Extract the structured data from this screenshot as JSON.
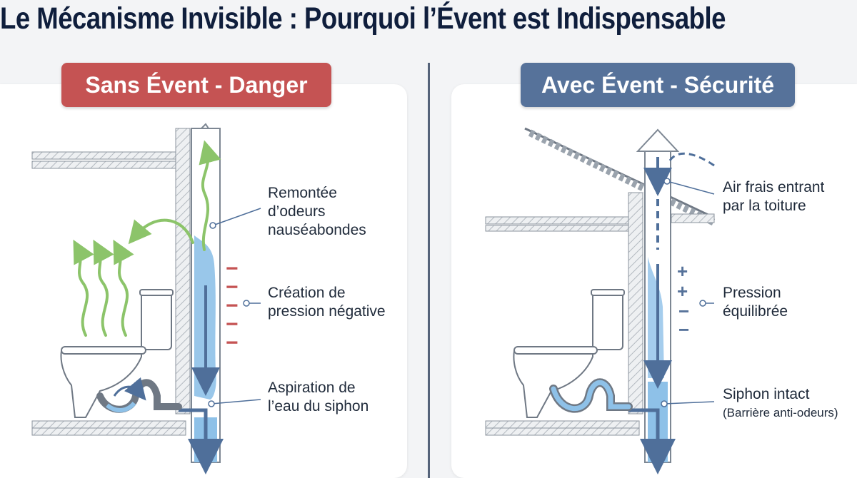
{
  "title": "Le Mécanisme Invisible : Pourquoi l’Évent est Indispensable",
  "left": {
    "badge": "Sans Évent - Danger",
    "badge_color": "#c55353",
    "labels": {
      "odors": [
        "Remontée",
        "d’odeurs",
        "nauséabondes"
      ],
      "pressure": [
        "Création de",
        "pression négative"
      ],
      "suction": [
        "Aspiration de",
        "l’eau du siphon"
      ]
    },
    "pressure_signs": [
      "−",
      "−",
      "−",
      "−",
      "−"
    ]
  },
  "right": {
    "badge": "Avec Évent - Sécurité",
    "badge_color": "#56729a",
    "labels": {
      "air": [
        "Air frais entrant",
        "par la toiture"
      ],
      "pressure": [
        "Pression",
        "équilibrée"
      ],
      "siphon": [
        "Siphon intact",
        "(Barrière anti-odeurs)"
      ]
    },
    "pressure_signs": [
      "+",
      "+",
      "−",
      "−"
    ]
  },
  "colors": {
    "odor_green": "#8cc46a",
    "water_blue": "#8ec1e8",
    "arrow_blue": "#4f6f9a",
    "wall_gray": "#9aa3ad"
  }
}
